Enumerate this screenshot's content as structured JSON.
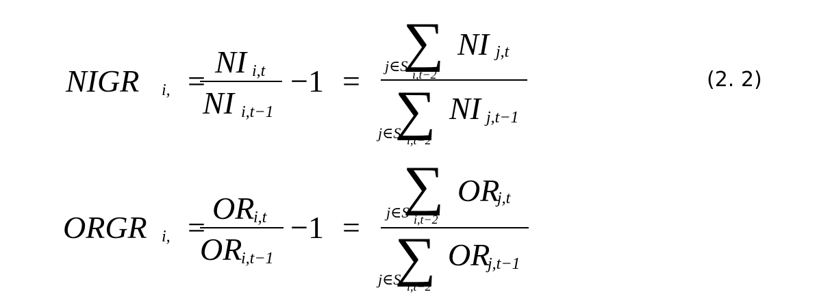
{
  "equation_number": "(2. 2)",
  "eq1": {
    "lhs_main": "NIGR",
    "lhs_sub": "i,",
    "equals": "=",
    "frac_num_main": "NI",
    "frac_num_sub": "i,t",
    "frac_den_main": "NI",
    "frac_den_sub": "i,t−1",
    "minus_one": "−1",
    "equals2": "=",
    "sum_num_main": "NI",
    "sum_num_sub": "j,t",
    "sum_den_main": "NI",
    "sum_den_sub": "j,t−1",
    "sum_symbol": "∑",
    "sum_limit": "j∈S",
    "sum_limit_sub": "i,t−2"
  },
  "eq2": {
    "lhs_main": "ORGR",
    "lhs_sub": "i,",
    "equals": "=",
    "frac_num_main": "OR",
    "frac_num_sub": "i,t",
    "frac_den_main": "OR",
    "frac_den_sub": "i,t−1",
    "minus_one": "−1",
    "equals2": "=",
    "sum_num_main": "OR",
    "sum_num_sub": "j,t",
    "sum_den_main": "OR",
    "sum_den_sub": "j,t−1",
    "sum_symbol": "∑",
    "sum_limit": "j∈S",
    "sum_limit_sub": "i,t−2"
  }
}
